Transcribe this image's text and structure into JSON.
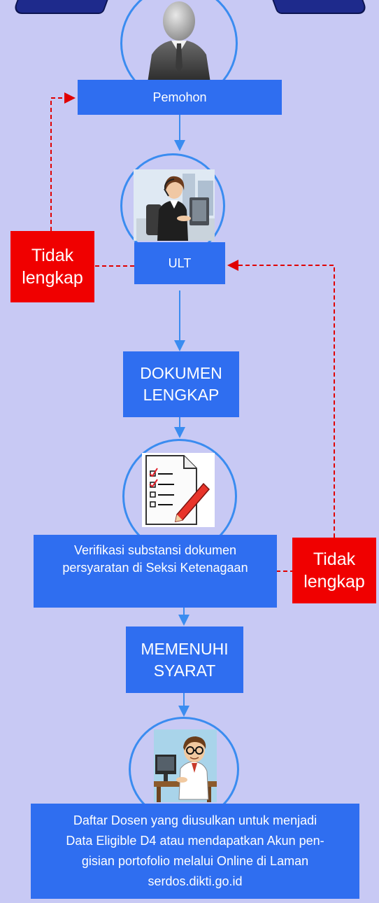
{
  "nodes": {
    "pemohon": "Pemohon",
    "ult": "ULT",
    "dokumen_lengkap": [
      "DOKUMEN",
      "LENGKAP"
    ],
    "verifikasi": [
      "Verifikasi  substansi dokumen",
      "persyaratan di Seksi Ketenagaan"
    ],
    "memenuhi_syarat": [
      "MEMENUHI",
      "SYARAT"
    ],
    "daftar": [
      "Daftar Dosen yang diusulkan untuk menjadi",
      "Data Eligible D4 atau mendapatkan Akun pen-",
      "gisian  portofolio melalui Online di Laman",
      "serdos.dikti.go.id"
    ]
  },
  "rejections": {
    "left": [
      "Tidak",
      "lengkap"
    ],
    "right": [
      "Tidak",
      "lengkap"
    ]
  },
  "icons": {
    "pemohon": "person-silhouette-icon",
    "ult": "receptionist-with-headset-icon",
    "verifikasi": "checklist-with-pencil-icon",
    "daftar": "man-at-computer-icon"
  },
  "colors": {
    "background": "#c8c9f4",
    "process_box": "#2f6ef0",
    "rejection_box": "#f00000",
    "connector": "#3a8cf0",
    "rejection_line": "#e00000"
  }
}
